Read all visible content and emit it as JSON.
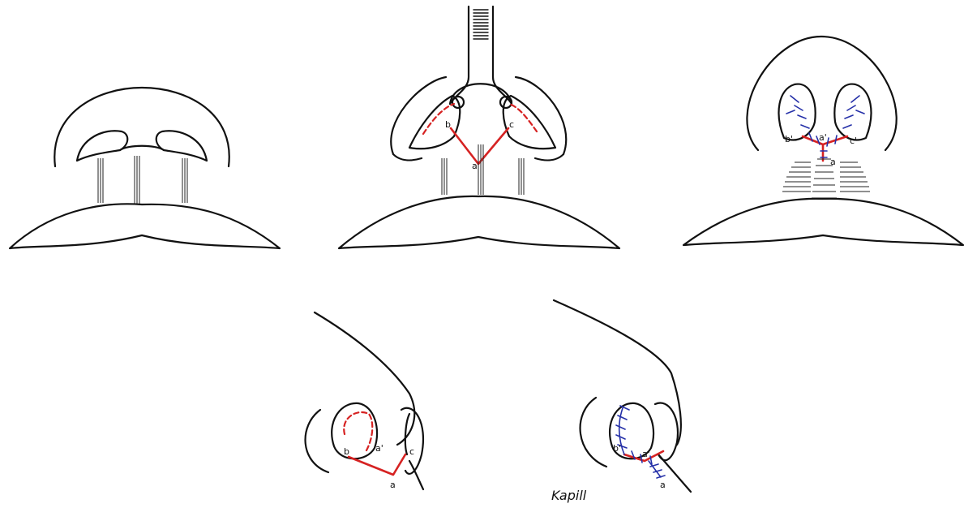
{
  "labels": {
    "panel2": {
      "a": "a",
      "b": "b",
      "c": "c"
    },
    "panel3": {
      "a": "a",
      "a_prime": "a'",
      "b_prime": "b'",
      "c_prime": "c'"
    },
    "panel4": {
      "a": "a",
      "a_prime": "a'",
      "b": "b",
      "c": "c"
    },
    "panel5": {
      "a": "a",
      "a_prime": "a'",
      "b_prime": "b'"
    }
  },
  "signature": "Kapill",
  "colors": {
    "ink": "#111111",
    "incision": "#d62222",
    "suture": "#2530a8"
  }
}
